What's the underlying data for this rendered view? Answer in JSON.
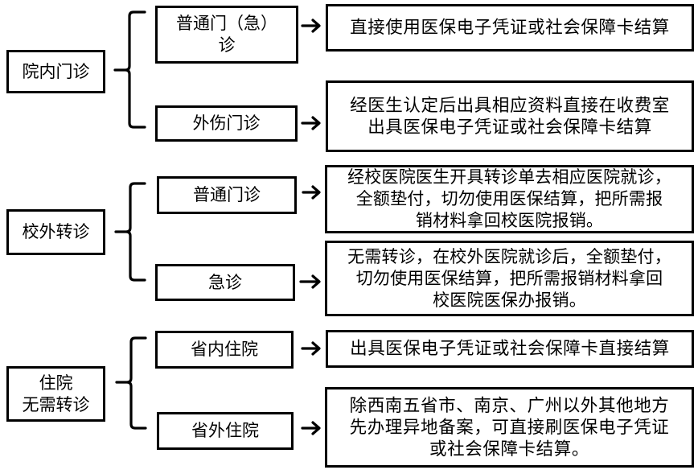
{
  "diagram": {
    "type": "tree",
    "colors": {
      "stroke": "#000000",
      "background": "#ffffff",
      "text": "#000000"
    },
    "categories": [
      {
        "label_lines": [
          "院内门诊"
        ],
        "branches": [
          {
            "label_lines": [
              "普通门（急）",
              "诊"
            ],
            "result_lines": [
              "直接使用医保电子凭证或社会保障卡结算"
            ]
          },
          {
            "label_lines": [
              "外伤门诊"
            ],
            "result_lines": [
              "经医生认定后出具相应资料直接在收费室",
              "出具医保电子凭证或社会保障卡结算"
            ]
          }
        ]
      },
      {
        "label_lines": [
          "校外转诊"
        ],
        "branches": [
          {
            "label_lines": [
              "普通门诊"
            ],
            "result_lines": [
              "经校医院医生开具转诊单去相应医院就诊，",
              "全额垫付，切勿使用医保结算，把所需报",
              "销材料拿回校医院报销。"
            ]
          },
          {
            "label_lines": [
              "急诊"
            ],
            "result_lines": [
              "无需转诊，在校外医院就诊后，全额垫付，",
              "切勿使用医保结算，把所需报销材料拿回",
              "校医院医保办报销。"
            ]
          }
        ]
      },
      {
        "label_lines": [
          "住院",
          "无需转诊"
        ],
        "branches": [
          {
            "label_lines": [
              "省内住院"
            ],
            "result_lines": [
              "出具医保电子凭证或社会保障卡直接结算"
            ]
          },
          {
            "label_lines": [
              "省外住院"
            ],
            "result_lines": [
              "除西南五省市、南京、广州以外其他地方",
              "先办理异地备案，可直接刷医保电子凭证",
              "或社会保障卡结算。"
            ]
          }
        ]
      }
    ],
    "connector_icons": {
      "bracket": "left-curly-brace-icon",
      "arrow": "right-arrow-icon"
    }
  }
}
